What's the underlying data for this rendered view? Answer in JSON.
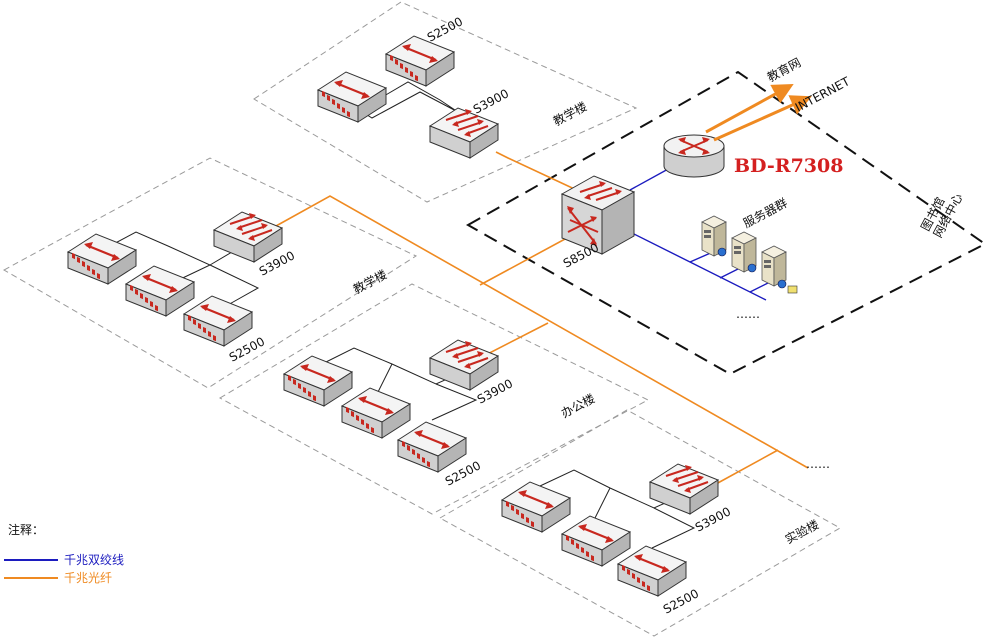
{
  "colors": {
    "copper": "#1c1cbf",
    "fiber": "#ef8a21",
    "arrow": "#c8281f",
    "zone_border": "#9a9a9a",
    "center_border": "#111111"
  },
  "zones": {
    "top": "教学楼",
    "left": "教学楼",
    "office": "办公楼",
    "lab": "实验楼",
    "center": "图书馆\n网络中心"
  },
  "devices": {
    "core": "S8500",
    "router": "BD-R7308",
    "servers": "服务器群",
    "top_access": "S2500",
    "top_dist": "S3900",
    "left_dist": "S3900",
    "left_access": "S2500",
    "office_dist": "S3900",
    "office_access": "S2500",
    "lab_dist": "S3900",
    "lab_access": "S2500"
  },
  "uplinks": {
    "edu_net": "教育网",
    "internet": "INTERNET"
  },
  "ellipsis_servers": "……",
  "ellipsis_fiber": "……",
  "legend": {
    "title": "注释：",
    "copper": "千兆双绞线",
    "fiber": "千兆光纤"
  }
}
